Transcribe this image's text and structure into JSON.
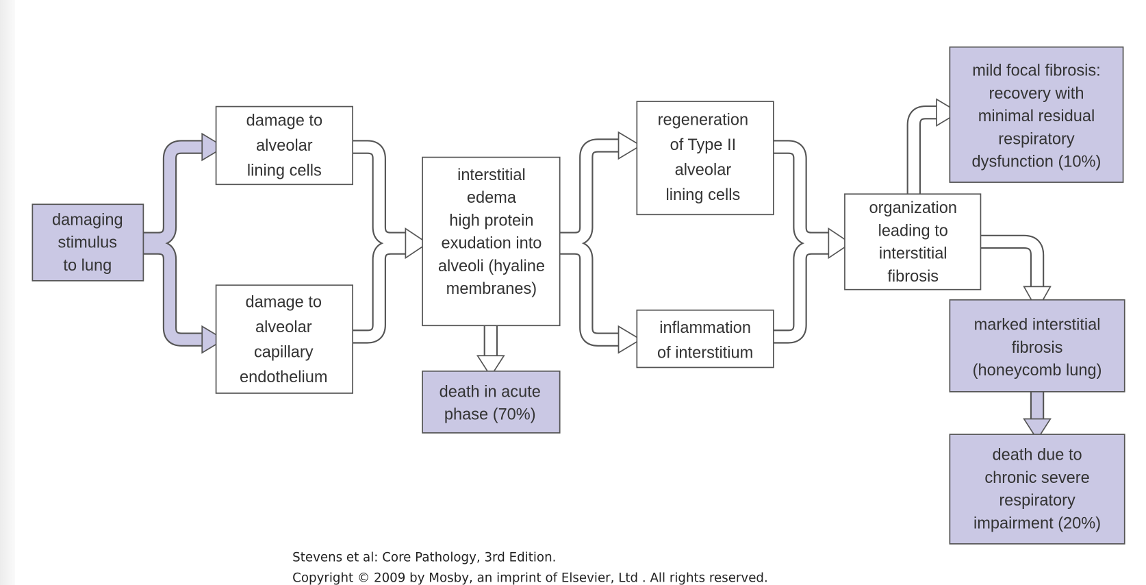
{
  "colors": {
    "purple_box": "#cac8e4",
    "white_box": "#ffffff",
    "outline": "#555555"
  },
  "boxes": {
    "stimulus": [
      "damaging",
      "stimulus",
      "to lung"
    ],
    "lining": [
      "damage to",
      "alveolar",
      "lining cells"
    ],
    "endothelium": [
      "damage to",
      "alveolar",
      "capillary",
      "endothelium"
    ],
    "edema": [
      "interstitial",
      "edema",
      "",
      "high protein",
      "exudation into",
      "alveoli (hyaline",
      "membranes)"
    ],
    "death_acute": [
      "death in acute",
      "phase (70%)"
    ],
    "regeneration": [
      "regeneration",
      "of Type II",
      "alveolar",
      "lining cells"
    ],
    "inflammation": [
      "inflammation",
      "of interstitium"
    ],
    "organization": [
      "organization",
      "leading to",
      "interstitial",
      "fibrosis"
    ],
    "mild": [
      "mild focal fibrosis:",
      "recovery with",
      "minimal residual",
      "respiratory",
      "dysfunction (10%)"
    ],
    "marked": [
      "marked interstitial",
      "fibrosis",
      "(honeycomb lung)"
    ],
    "death_chronic": [
      "death due to",
      "chronic severe",
      "respiratory",
      "impairment (20%)"
    ]
  },
  "citation": {
    "line1": "Stevens et al: Core Pathology, 3rd Edition.",
    "line2": "Copyright © 2009 by Mosby, an imprint of Elsevier, Ltd . All rights reserved."
  }
}
